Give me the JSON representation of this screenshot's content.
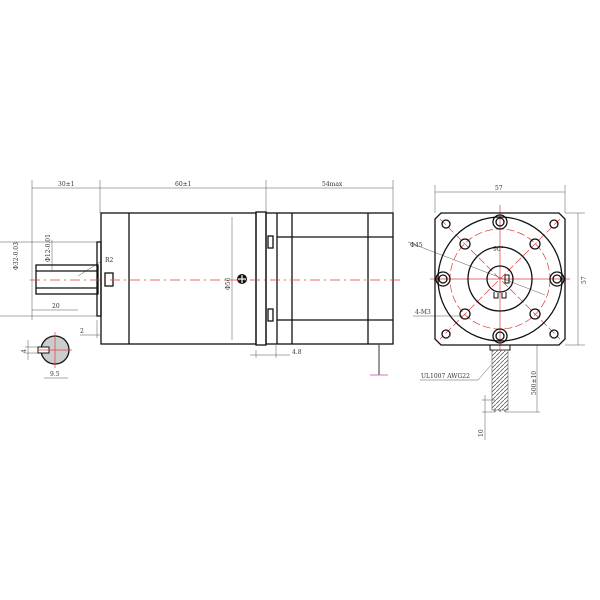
{
  "side_view": {
    "dims": {
      "output_length": "30±1",
      "gearbox_length": "60±1",
      "motor_length": "54max",
      "pilot_diameter": "Φ32-0.03",
      "shaft_diameter": "Φ12-0.01",
      "key_radius": "R2",
      "key_length": "20",
      "flange_thickness": "2",
      "gearbox_diameter": "Φ56",
      "motor_flange": "4.8"
    },
    "shaft_section": {
      "flat_width": "4",
      "flat_depth": "9.5"
    }
  },
  "front_view": {
    "dims": {
      "width": "57",
      "height": "57",
      "bolt_circle": "Φ45",
      "angle": "90°",
      "holes": "4-M3",
      "cable": "UL1007 AWG22",
      "cable_length": "500±10",
      "strip_length": "10"
    }
  },
  "colors": {
    "outline": "#111111",
    "centerline": "#e23b3b",
    "lead": "#c040c0"
  }
}
